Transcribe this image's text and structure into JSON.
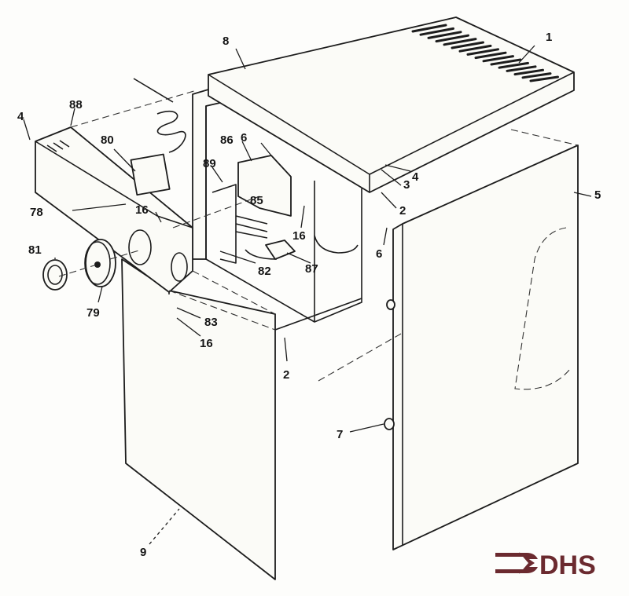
{
  "diagram": {
    "part_labels": {
      "p1": "1",
      "p8": "8",
      "p88": "88",
      "p4a": "4",
      "p80": "80",
      "p86": "86",
      "p6a": "6",
      "p89": "89",
      "p85": "85",
      "p78": "78",
      "p16a": "16",
      "p4b": "4",
      "p3": "3",
      "p2a": "2",
      "p5": "5",
      "p6b": "6",
      "p16b": "16",
      "p81": "81",
      "p82": "82",
      "p87": "87",
      "p79": "79",
      "p83": "83",
      "p16c": "16",
      "p2b": "2",
      "p7": "7",
      "p9": "9"
    }
  },
  "logo": {
    "text": "DHS",
    "color": "#6b2a2f"
  }
}
